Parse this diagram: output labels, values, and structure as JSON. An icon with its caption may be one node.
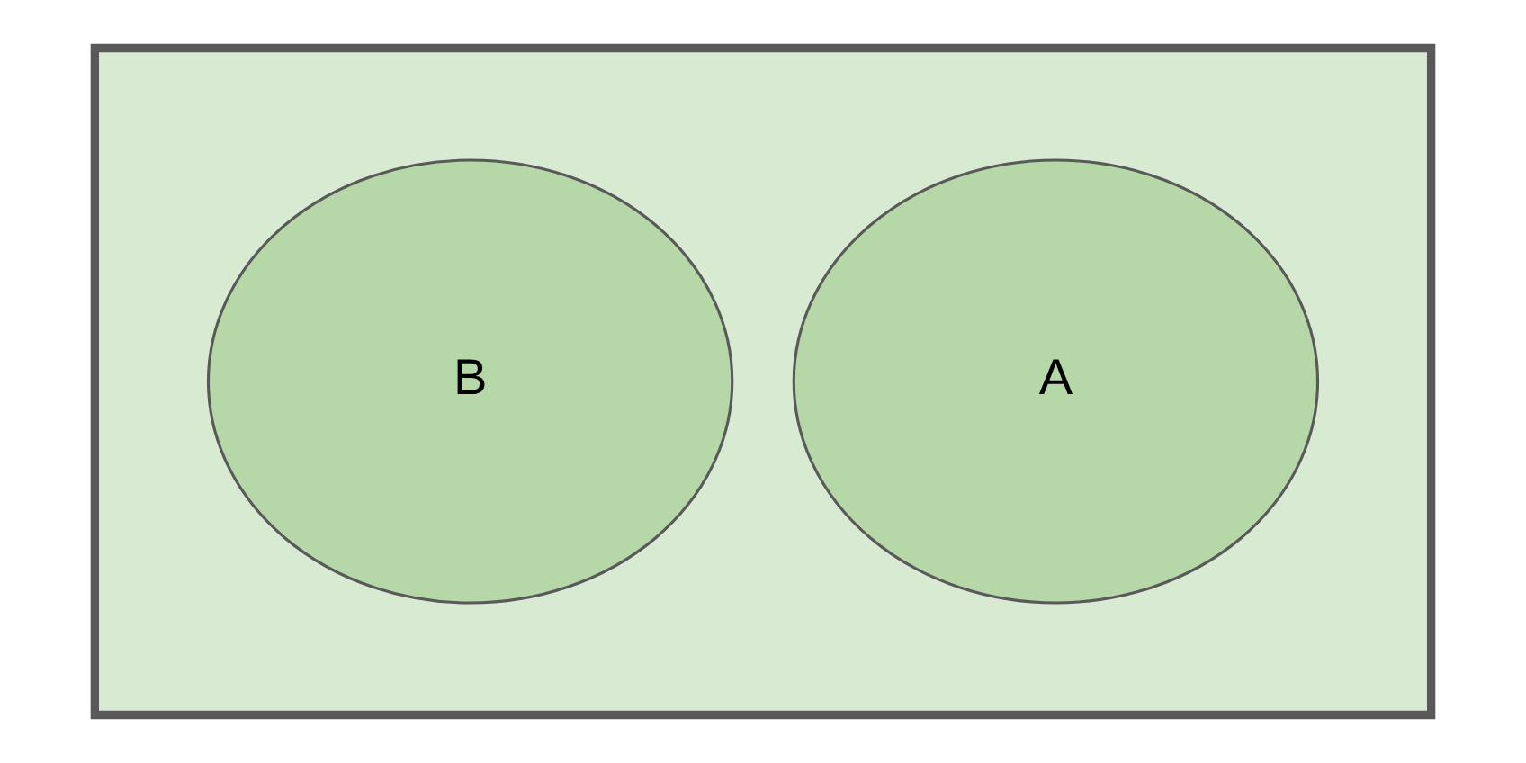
{
  "diagram": {
    "nodes": [
      {
        "text": [],
        "shape": "box"
      },
      {
        "text": [
          "A"
        ],
        "in": 0
      },
      {
        "text": [
          "B"
        ],
        "in": 0
      }
    ]
  }
}
